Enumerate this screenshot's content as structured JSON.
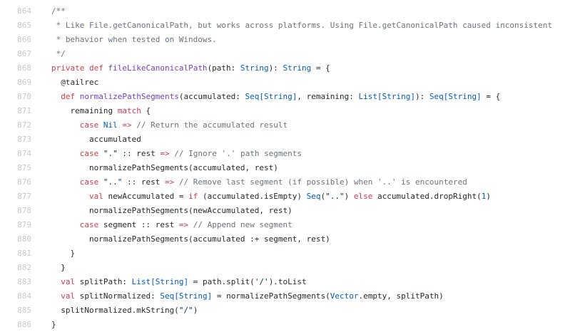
{
  "colors": {
    "background": "#ffffff",
    "line_number": "#c8c9cb",
    "plain": "#24292e",
    "keyword": "#d73a49",
    "function": "#6f42c1",
    "type": "#005cc5",
    "string": "#032f62",
    "comment": "#6a737d"
  },
  "code": {
    "language": "scala",
    "first_line_number": 864,
    "last_line_number": 886,
    "token_classes": {
      "pl": "plain",
      "k": "keyword",
      "f": "function-name",
      "t": "type-or-constant",
      "s": "string",
      "c": "comment"
    },
    "lines": [
      {
        "number": 864,
        "tokens": [
          [
            "c",
            "/**"
          ]
        ]
      },
      {
        "number": 865,
        "tokens": [
          [
            "c",
            " * Like File.getCanonicalPath, but works across platforms. Using File.getCanonicalPath caused inconsistent"
          ]
        ]
      },
      {
        "number": 866,
        "tokens": [
          [
            "c",
            " * behavior when tested on Windows."
          ]
        ]
      },
      {
        "number": 867,
        "tokens": [
          [
            "c",
            " */"
          ]
        ]
      },
      {
        "number": 868,
        "tokens": [
          [
            "k",
            "private"
          ],
          [
            "pl",
            " "
          ],
          [
            "k",
            "def"
          ],
          [
            "pl",
            " "
          ],
          [
            "f",
            "fileLikeCanonicalPath"
          ],
          [
            "pl",
            "(path: "
          ],
          [
            "t",
            "String"
          ],
          [
            "pl",
            "): "
          ],
          [
            "t",
            "String"
          ],
          [
            "pl",
            " = {"
          ]
        ]
      },
      {
        "number": 869,
        "tokens": [
          [
            "pl",
            "  @tailrec"
          ]
        ]
      },
      {
        "number": 870,
        "tokens": [
          [
            "pl",
            "  "
          ],
          [
            "k",
            "def"
          ],
          [
            "pl",
            " "
          ],
          [
            "f",
            "normalizePathSegments"
          ],
          [
            "pl",
            "(accumulated: "
          ],
          [
            "t",
            "Seq[String]"
          ],
          [
            "pl",
            ", remaining: "
          ],
          [
            "t",
            "List[String]"
          ],
          [
            "pl",
            "): "
          ],
          [
            "t",
            "Seq[String]"
          ],
          [
            "pl",
            " = {"
          ]
        ]
      },
      {
        "number": 871,
        "tokens": [
          [
            "pl",
            "    remaining "
          ],
          [
            "k",
            "match"
          ],
          [
            "pl",
            " {"
          ]
        ]
      },
      {
        "number": 872,
        "tokens": [
          [
            "pl",
            "      "
          ],
          [
            "k",
            "case"
          ],
          [
            "pl",
            " "
          ],
          [
            "t",
            "Nil"
          ],
          [
            "pl",
            " "
          ],
          [
            "k",
            "=>"
          ],
          [
            "pl",
            " "
          ],
          [
            "c",
            "// Return the accumulated result"
          ]
        ]
      },
      {
        "number": 873,
        "tokens": [
          [
            "pl",
            "        accumulated"
          ]
        ]
      },
      {
        "number": 874,
        "tokens": [
          [
            "pl",
            "      "
          ],
          [
            "k",
            "case"
          ],
          [
            "pl",
            " "
          ],
          [
            "s",
            "\".\""
          ],
          [
            "pl",
            " :: rest "
          ],
          [
            "k",
            "=>"
          ],
          [
            "pl",
            " "
          ],
          [
            "c",
            "// Ignore '.' path segments"
          ]
        ]
      },
      {
        "number": 875,
        "tokens": [
          [
            "pl",
            "        normalizePathSegments(accumulated, rest)"
          ]
        ]
      },
      {
        "number": 876,
        "tokens": [
          [
            "pl",
            "      "
          ],
          [
            "k",
            "case"
          ],
          [
            "pl",
            " "
          ],
          [
            "s",
            "\"..\""
          ],
          [
            "pl",
            " :: rest "
          ],
          [
            "k",
            "=>"
          ],
          [
            "pl",
            " "
          ],
          [
            "c",
            "// Remove last segment (if possible) when '..' is encountered"
          ]
        ]
      },
      {
        "number": 877,
        "tokens": [
          [
            "pl",
            "        "
          ],
          [
            "k",
            "val"
          ],
          [
            "pl",
            " newAccumulated = "
          ],
          [
            "k",
            "if"
          ],
          [
            "pl",
            " (accumulated.isEmpty) "
          ],
          [
            "t",
            "Seq"
          ],
          [
            "pl",
            "("
          ],
          [
            "s",
            "\"..\""
          ],
          [
            "pl",
            ") "
          ],
          [
            "k",
            "else"
          ],
          [
            "pl",
            " accumulated.dropRight("
          ],
          [
            "t",
            "1"
          ],
          [
            "pl",
            ")"
          ]
        ]
      },
      {
        "number": 878,
        "tokens": [
          [
            "pl",
            "        normalizePathSegments(newAccumulated, rest)"
          ]
        ]
      },
      {
        "number": 879,
        "tokens": [
          [
            "pl",
            "      "
          ],
          [
            "k",
            "case"
          ],
          [
            "pl",
            " segment :: rest "
          ],
          [
            "k",
            "=>"
          ],
          [
            "pl",
            " "
          ],
          [
            "c",
            "// Append new segment"
          ]
        ]
      },
      {
        "number": 880,
        "tokens": [
          [
            "pl",
            "        normalizePathSegments(accumulated :+ segment, rest)"
          ]
        ]
      },
      {
        "number": 881,
        "tokens": [
          [
            "pl",
            "    }"
          ]
        ]
      },
      {
        "number": 882,
        "tokens": [
          [
            "pl",
            "  }"
          ]
        ]
      },
      {
        "number": 883,
        "tokens": [
          [
            "pl",
            "  "
          ],
          [
            "k",
            "val"
          ],
          [
            "pl",
            " splitPath: "
          ],
          [
            "t",
            "List[String]"
          ],
          [
            "pl",
            " = path.split("
          ],
          [
            "s",
            "'/'"
          ],
          [
            "pl",
            ").toList"
          ]
        ]
      },
      {
        "number": 884,
        "tokens": [
          [
            "pl",
            "  "
          ],
          [
            "k",
            "val"
          ],
          [
            "pl",
            " splitNormalized: "
          ],
          [
            "t",
            "Seq[String]"
          ],
          [
            "pl",
            " = normalizePathSegments("
          ],
          [
            "t",
            "Vector"
          ],
          [
            "pl",
            ".empty, splitPath)"
          ]
        ]
      },
      {
        "number": 885,
        "tokens": [
          [
            "pl",
            "  splitNormalized.mkString("
          ],
          [
            "s",
            "\"/\""
          ],
          [
            "pl",
            ")"
          ]
        ]
      },
      {
        "number": 886,
        "tokens": [
          [
            "pl",
            "}"
          ]
        ]
      }
    ]
  }
}
